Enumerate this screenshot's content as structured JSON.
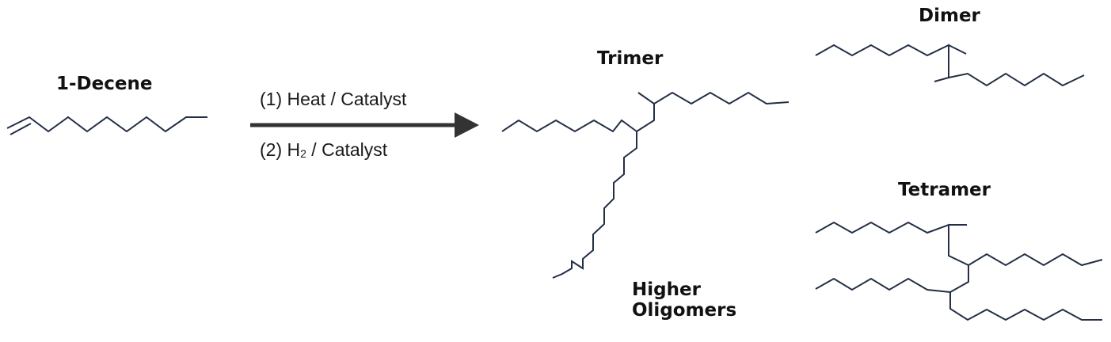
{
  "colors": {
    "bond": "#232f45",
    "arrow": "#333333",
    "text": "#111111"
  },
  "labels": {
    "decene": "1-Decene",
    "trimer": "Trimer",
    "dimer": "Dimer",
    "tetramer": "Tetramer",
    "higher_line1": "Higher",
    "higher_line2": "Oligomers"
  },
  "conditions": {
    "step1": "(1) Heat / Catalyst",
    "step2_prefix": "(2) H",
    "step2_sub": "2",
    "step2_suffix": " / Catalyst"
  }
}
